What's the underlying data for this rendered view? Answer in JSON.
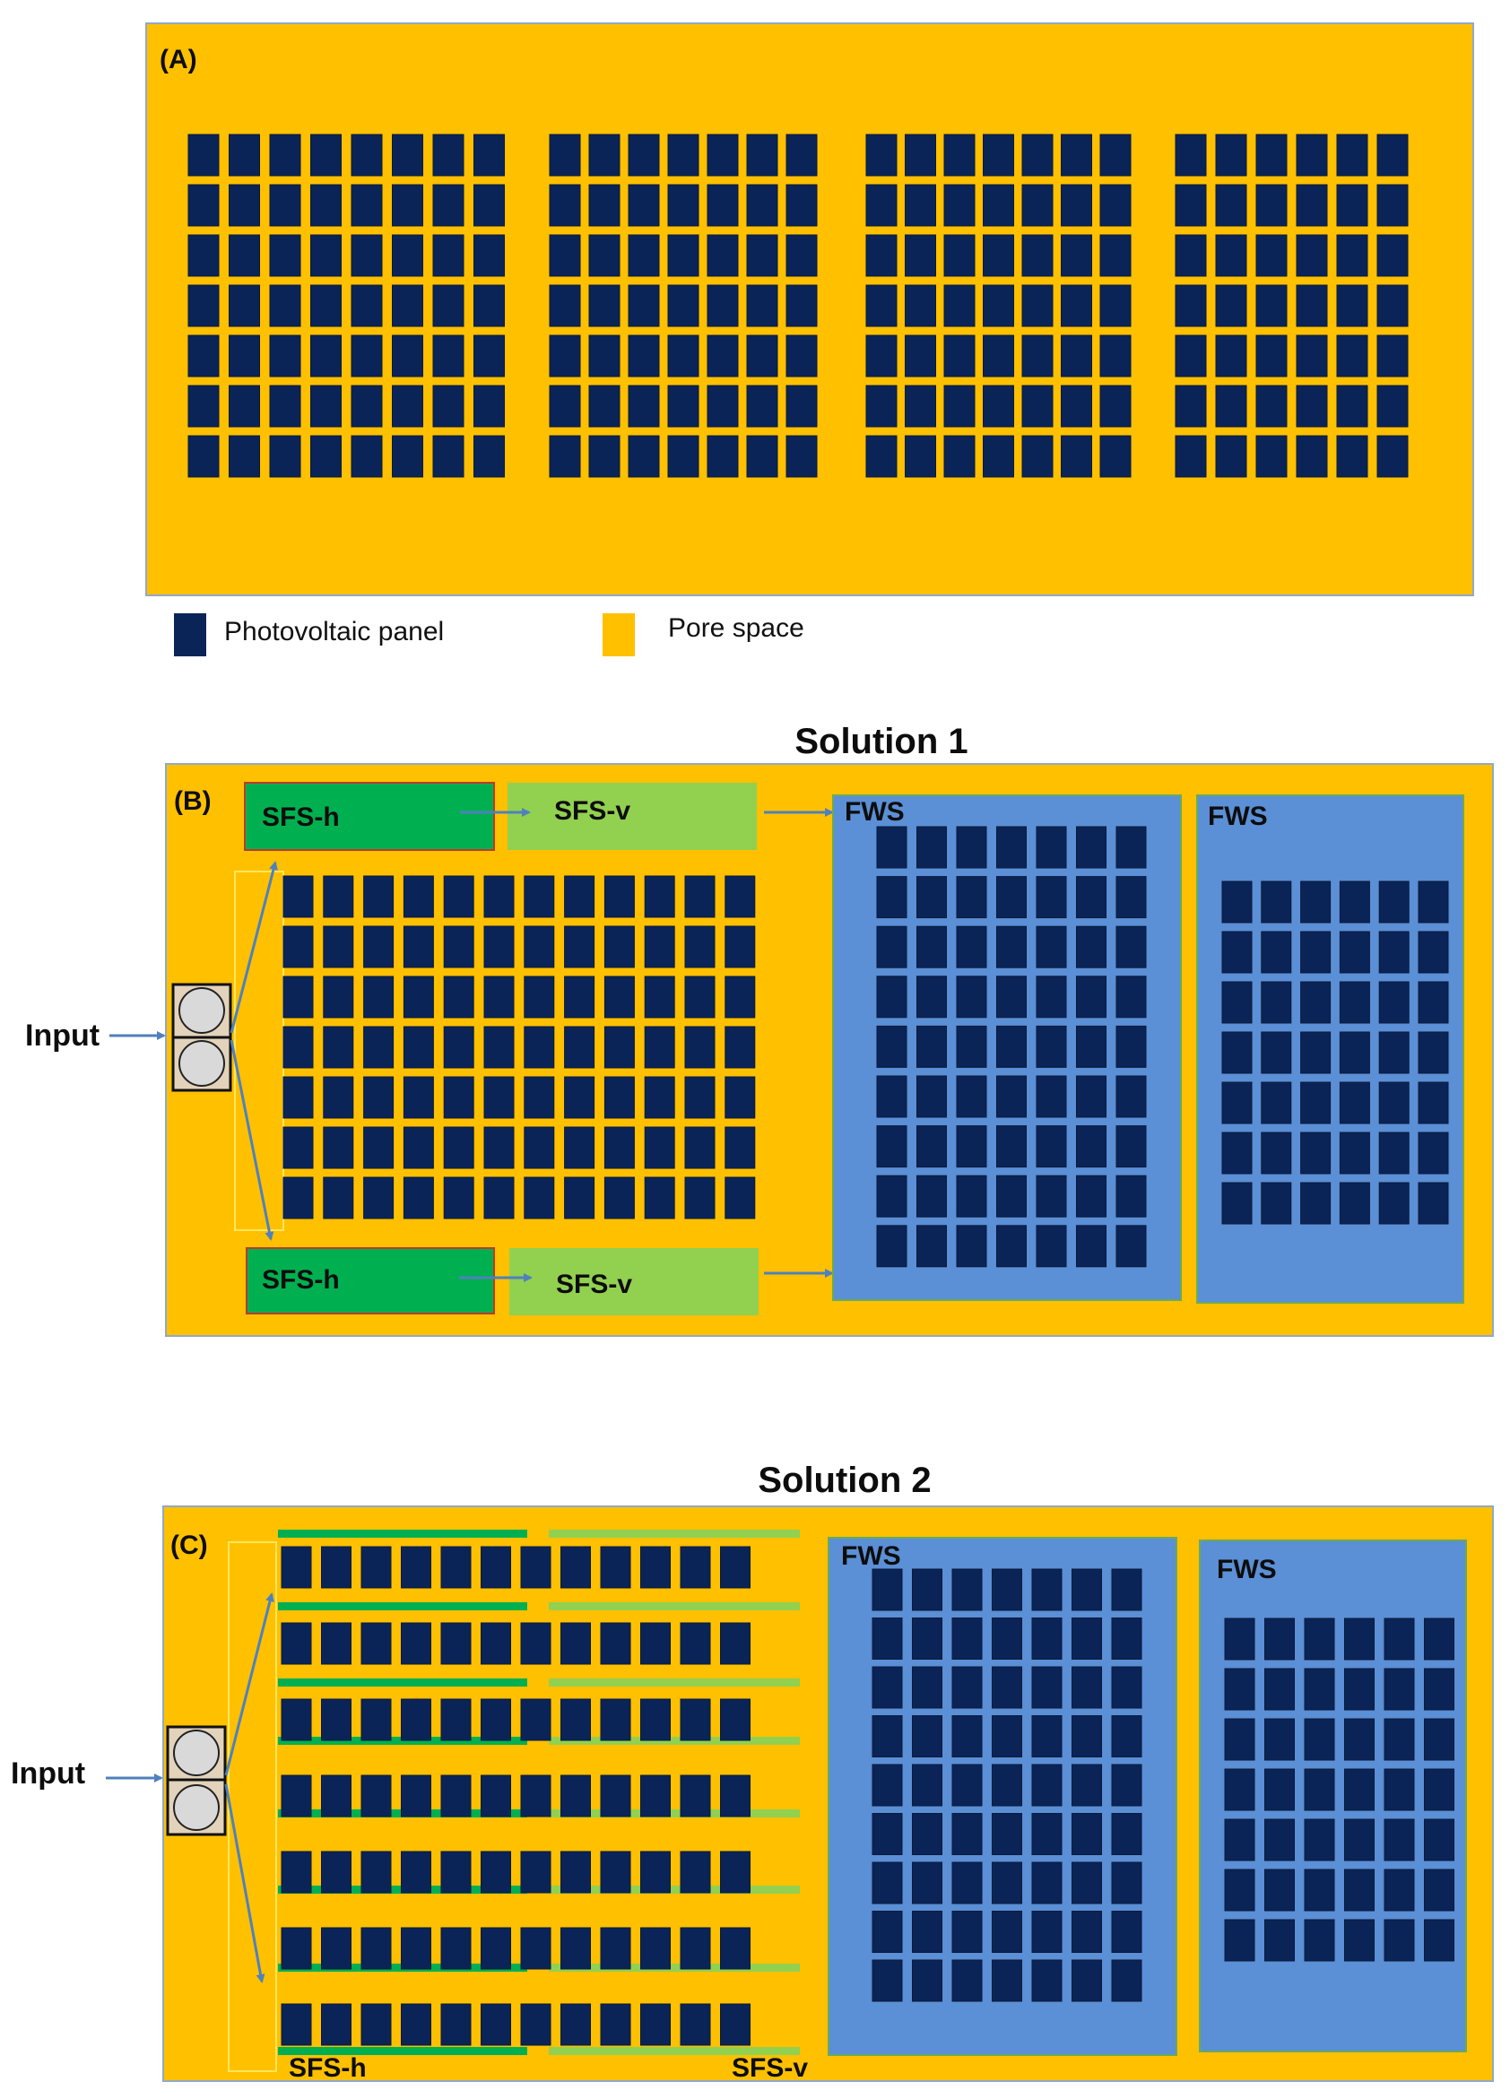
{
  "colors": {
    "pore": "#FFC000",
    "panel": "#0B2457",
    "fws": "#5B8FD6",
    "sfs_h": "#00B050",
    "sfs_v": "#92D050",
    "arrow": "#4F81BD",
    "frame": "#8FA9C8"
  },
  "panel_a": {
    "letter": "(A)",
    "legend_panel": "Photovoltaic panel",
    "legend_pore": "Pore space"
  },
  "panel_b": {
    "title": "Solution 1",
    "letter": "(B)",
    "input_label": "Input",
    "sfs_h_top": "SFS-h",
    "sfs_v_top": "SFS-v",
    "sfs_h_bottom": "SFS-h",
    "sfs_v_bottom": "SFS-v",
    "fws_1": "FWS",
    "fws_2": "FWS"
  },
  "panel_c": {
    "title": "Solution 2",
    "letter": "(C)",
    "input_label": "Input",
    "fws_1": "FWS",
    "fws_2": "FWS",
    "sfs_h": "SFS-h",
    "sfs_v": "SFS-v"
  }
}
